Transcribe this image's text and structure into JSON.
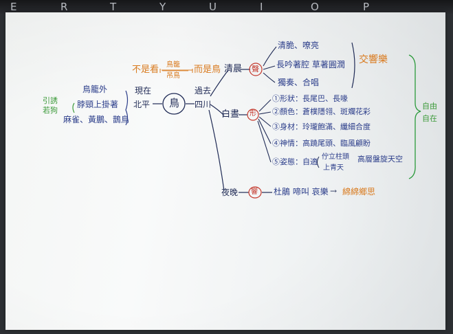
{
  "keyboard": {
    "keys": [
      "E",
      "R",
      "T",
      "Y",
      "U",
      "I",
      "O",
      "P"
    ]
  },
  "mindmap": {
    "center": "鳥",
    "left_top": "鳥籠外",
    "left_mid": "脖頸上掛著",
    "left_bottom": "麻雀、黃鵬、鵲鳥",
    "left_side": "引誘\n若狗",
    "now_label": "現在",
    "now_place": "北平",
    "past_label": "過去",
    "past_place": "四川",
    "top_left_text": "不是看",
    "top_mid_upper": "鳥籠",
    "top_mid_lower": "吊鳥",
    "top_right_text": "而是鳥",
    "branches": {
      "morning": {
        "time": "清晨",
        "circle": "聲",
        "lines": [
          "清脆、嘹亮",
          "長吟著腔 草著圓潤",
          "獨奏、合唱"
        ],
        "bracket_note": "交響樂"
      },
      "day": {
        "time": "白晝",
        "circle": "形",
        "lines": [
          "①形狀：長尾巴、長喙",
          "②顏色：蒼樸隱翎、斑斕花彩",
          "③身材：玲瓏飽滿、纖細合度",
          "④神情：高蹺尾頭、臨風顧盼",
          "⑤姿態：自適"
        ],
        "pose_sub": [
          "佇立柱頭",
          "上青天"
        ],
        "pose_tail": "高層盤旋天空"
      },
      "night": {
        "time": "夜晚",
        "circle": "響",
        "line": "杜鵑 啼叫 哀樂",
        "arrow_tail": "綿綿鄉思"
      }
    },
    "right_label": "自由\n自在"
  }
}
